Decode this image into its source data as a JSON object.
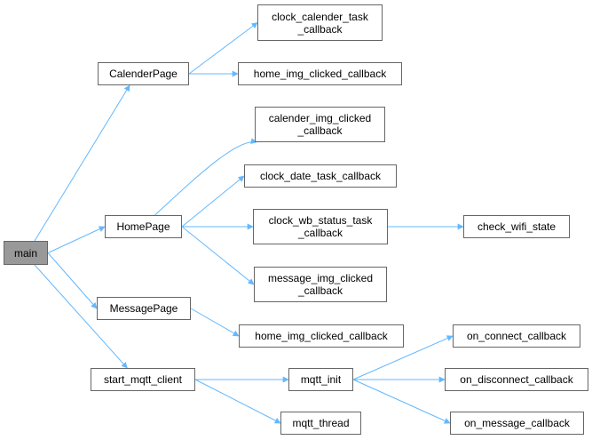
{
  "graph": {
    "type": "call-graph",
    "edge_color": "#63b8ff",
    "root_fill": "#999999",
    "nodes": [
      {
        "id": "main",
        "label": "main"
      },
      {
        "id": "calender_page",
        "label": "CalenderPage"
      },
      {
        "id": "clock_calender_task_callback",
        "label": "clock_calender_task\n_callback"
      },
      {
        "id": "home_img_clicked_callback_1",
        "label": "home_img_clicked_callback"
      },
      {
        "id": "calender_img_clicked_callback",
        "label": "calender_img_clicked\n_callback"
      },
      {
        "id": "clock_date_task_callback",
        "label": "clock_date_task_callback"
      },
      {
        "id": "home_page",
        "label": "HomePage"
      },
      {
        "id": "clock_wb_status_task_callback",
        "label": "clock_wb_status_task\n_callback"
      },
      {
        "id": "check_wifi_state",
        "label": "check_wifi_state"
      },
      {
        "id": "message_img_clicked_callback",
        "label": "message_img_clicked\n_callback"
      },
      {
        "id": "message_page",
        "label": "MessagePage"
      },
      {
        "id": "home_img_clicked_callback_2",
        "label": "home_img_clicked_callback"
      },
      {
        "id": "start_mqtt_client",
        "label": "start_mqtt_client"
      },
      {
        "id": "mqtt_init",
        "label": "mqtt_init"
      },
      {
        "id": "mqtt_thread",
        "label": "mqtt_thread"
      },
      {
        "id": "on_connect_callback",
        "label": "on_connect_callback"
      },
      {
        "id": "on_disconnect_callback",
        "label": "on_disconnect_callback"
      },
      {
        "id": "on_message_callback",
        "label": "on_message_callback"
      }
    ],
    "edges": [
      [
        "main",
        "calender_page"
      ],
      [
        "main",
        "home_page"
      ],
      [
        "main",
        "message_page"
      ],
      [
        "main",
        "start_mqtt_client"
      ],
      [
        "calender_page",
        "clock_calender_task_callback"
      ],
      [
        "calender_page",
        "home_img_clicked_callback_1"
      ],
      [
        "home_page",
        "calender_img_clicked_callback"
      ],
      [
        "home_page",
        "clock_date_task_callback"
      ],
      [
        "home_page",
        "clock_wb_status_task_callback"
      ],
      [
        "home_page",
        "message_img_clicked_callback"
      ],
      [
        "clock_wb_status_task_callback",
        "check_wifi_state"
      ],
      [
        "message_page",
        "home_img_clicked_callback_2"
      ],
      [
        "start_mqtt_client",
        "mqtt_init"
      ],
      [
        "start_mqtt_client",
        "mqtt_thread"
      ],
      [
        "mqtt_init",
        "on_connect_callback"
      ],
      [
        "mqtt_init",
        "on_disconnect_callback"
      ],
      [
        "mqtt_init",
        "on_message_callback"
      ]
    ]
  }
}
